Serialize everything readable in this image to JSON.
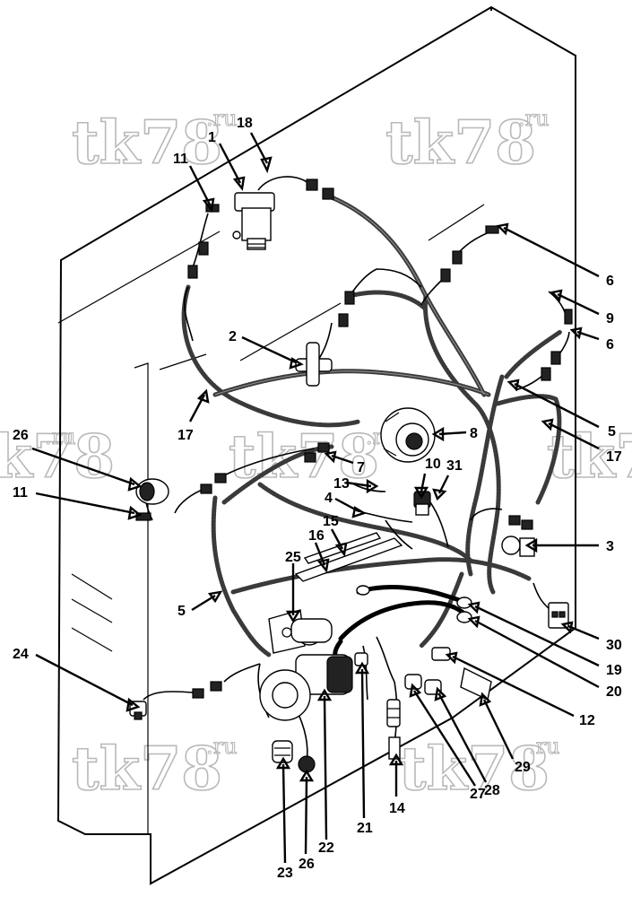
{
  "watermark": {
    "brand": "tk78",
    "suffix": ".ru"
  },
  "callouts": [
    {
      "id": "c18",
      "text": "18"
    },
    {
      "id": "c1",
      "text": "1"
    },
    {
      "id": "c11a",
      "text": "11"
    },
    {
      "id": "c6a",
      "text": "6"
    },
    {
      "id": "c9",
      "text": "9"
    },
    {
      "id": "c6b",
      "text": "6"
    },
    {
      "id": "c2",
      "text": "2"
    },
    {
      "id": "c17a",
      "text": "17"
    },
    {
      "id": "c5a",
      "text": "5"
    },
    {
      "id": "c17b",
      "text": "17"
    },
    {
      "id": "c8",
      "text": "8"
    },
    {
      "id": "c26a",
      "text": "26"
    },
    {
      "id": "c7",
      "text": "7"
    },
    {
      "id": "c10",
      "text": "10"
    },
    {
      "id": "c31",
      "text": "31"
    },
    {
      "id": "c13",
      "text": "13"
    },
    {
      "id": "c4",
      "text": "4"
    },
    {
      "id": "c11b",
      "text": "11"
    },
    {
      "id": "c15",
      "text": "15"
    },
    {
      "id": "c16",
      "text": "16"
    },
    {
      "id": "c3",
      "text": "3"
    },
    {
      "id": "c25",
      "text": "25"
    },
    {
      "id": "c5b",
      "text": "5"
    },
    {
      "id": "c30",
      "text": "30"
    },
    {
      "id": "c19",
      "text": "19"
    },
    {
      "id": "c20",
      "text": "20"
    },
    {
      "id": "c24",
      "text": "24"
    },
    {
      "id": "c12",
      "text": "12"
    },
    {
      "id": "c29",
      "text": "29"
    },
    {
      "id": "c28",
      "text": "28"
    },
    {
      "id": "c27",
      "text": "27"
    },
    {
      "id": "c14",
      "text": "14"
    },
    {
      "id": "c21",
      "text": "21"
    },
    {
      "id": "c22",
      "text": "22"
    },
    {
      "id": "c26b",
      "text": "26"
    },
    {
      "id": "c23",
      "text": "23"
    }
  ]
}
